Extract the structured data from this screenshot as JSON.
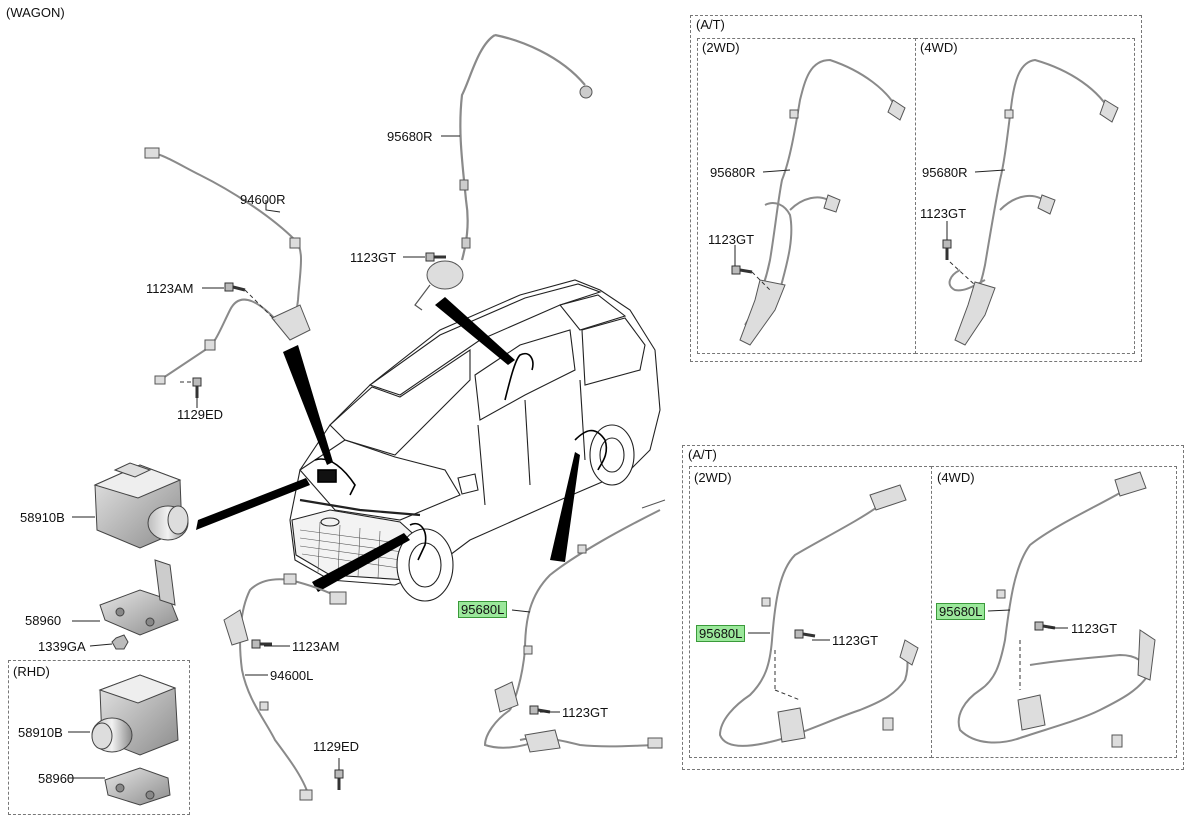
{
  "diagram": {
    "title": "(WAGON)",
    "colors": {
      "highlight": "#9be89b",
      "highlight_border": "#3a9a3a",
      "line": "#222222",
      "part": "#9a9a9a"
    },
    "main_labels": {
      "wheel_sensor_front_rh": "95680R",
      "bolt_front_rh": "1123GT",
      "harness_rh": "94600R",
      "bolt_harness_rh": "1123AM",
      "clip_harness_rh": "1129ED",
      "hecu_module": "58910B",
      "bracket_module": "58960",
      "nut_module": "1339GA",
      "harness_lh": "94600L",
      "bolt_harness_lh": "1123AM",
      "clip_harness_lh": "1129ED",
      "wheel_sensor_front_lh": "95680L",
      "bolt_front_lh": "1123GT"
    },
    "rhd_panel": {
      "title": "(RHD)",
      "hecu_module": "58910B",
      "bracket_module": "58960"
    },
    "rear_rh_panel": {
      "title": "(A/T)",
      "sub_2wd": {
        "title": "(2WD)",
        "sensor": "95680R",
        "bolt": "1123GT"
      },
      "sub_4wd": {
        "title": "(4WD)",
        "sensor": "95680R",
        "bolt": "1123GT"
      }
    },
    "rear_lh_panel": {
      "title": "(A/T)",
      "sub_2wd": {
        "title": "(2WD)",
        "sensor": "95680L",
        "bolt": "1123GT"
      },
      "sub_4wd": {
        "title": "(4WD)",
        "sensor": "95680L",
        "bolt": "1123GT"
      }
    }
  }
}
